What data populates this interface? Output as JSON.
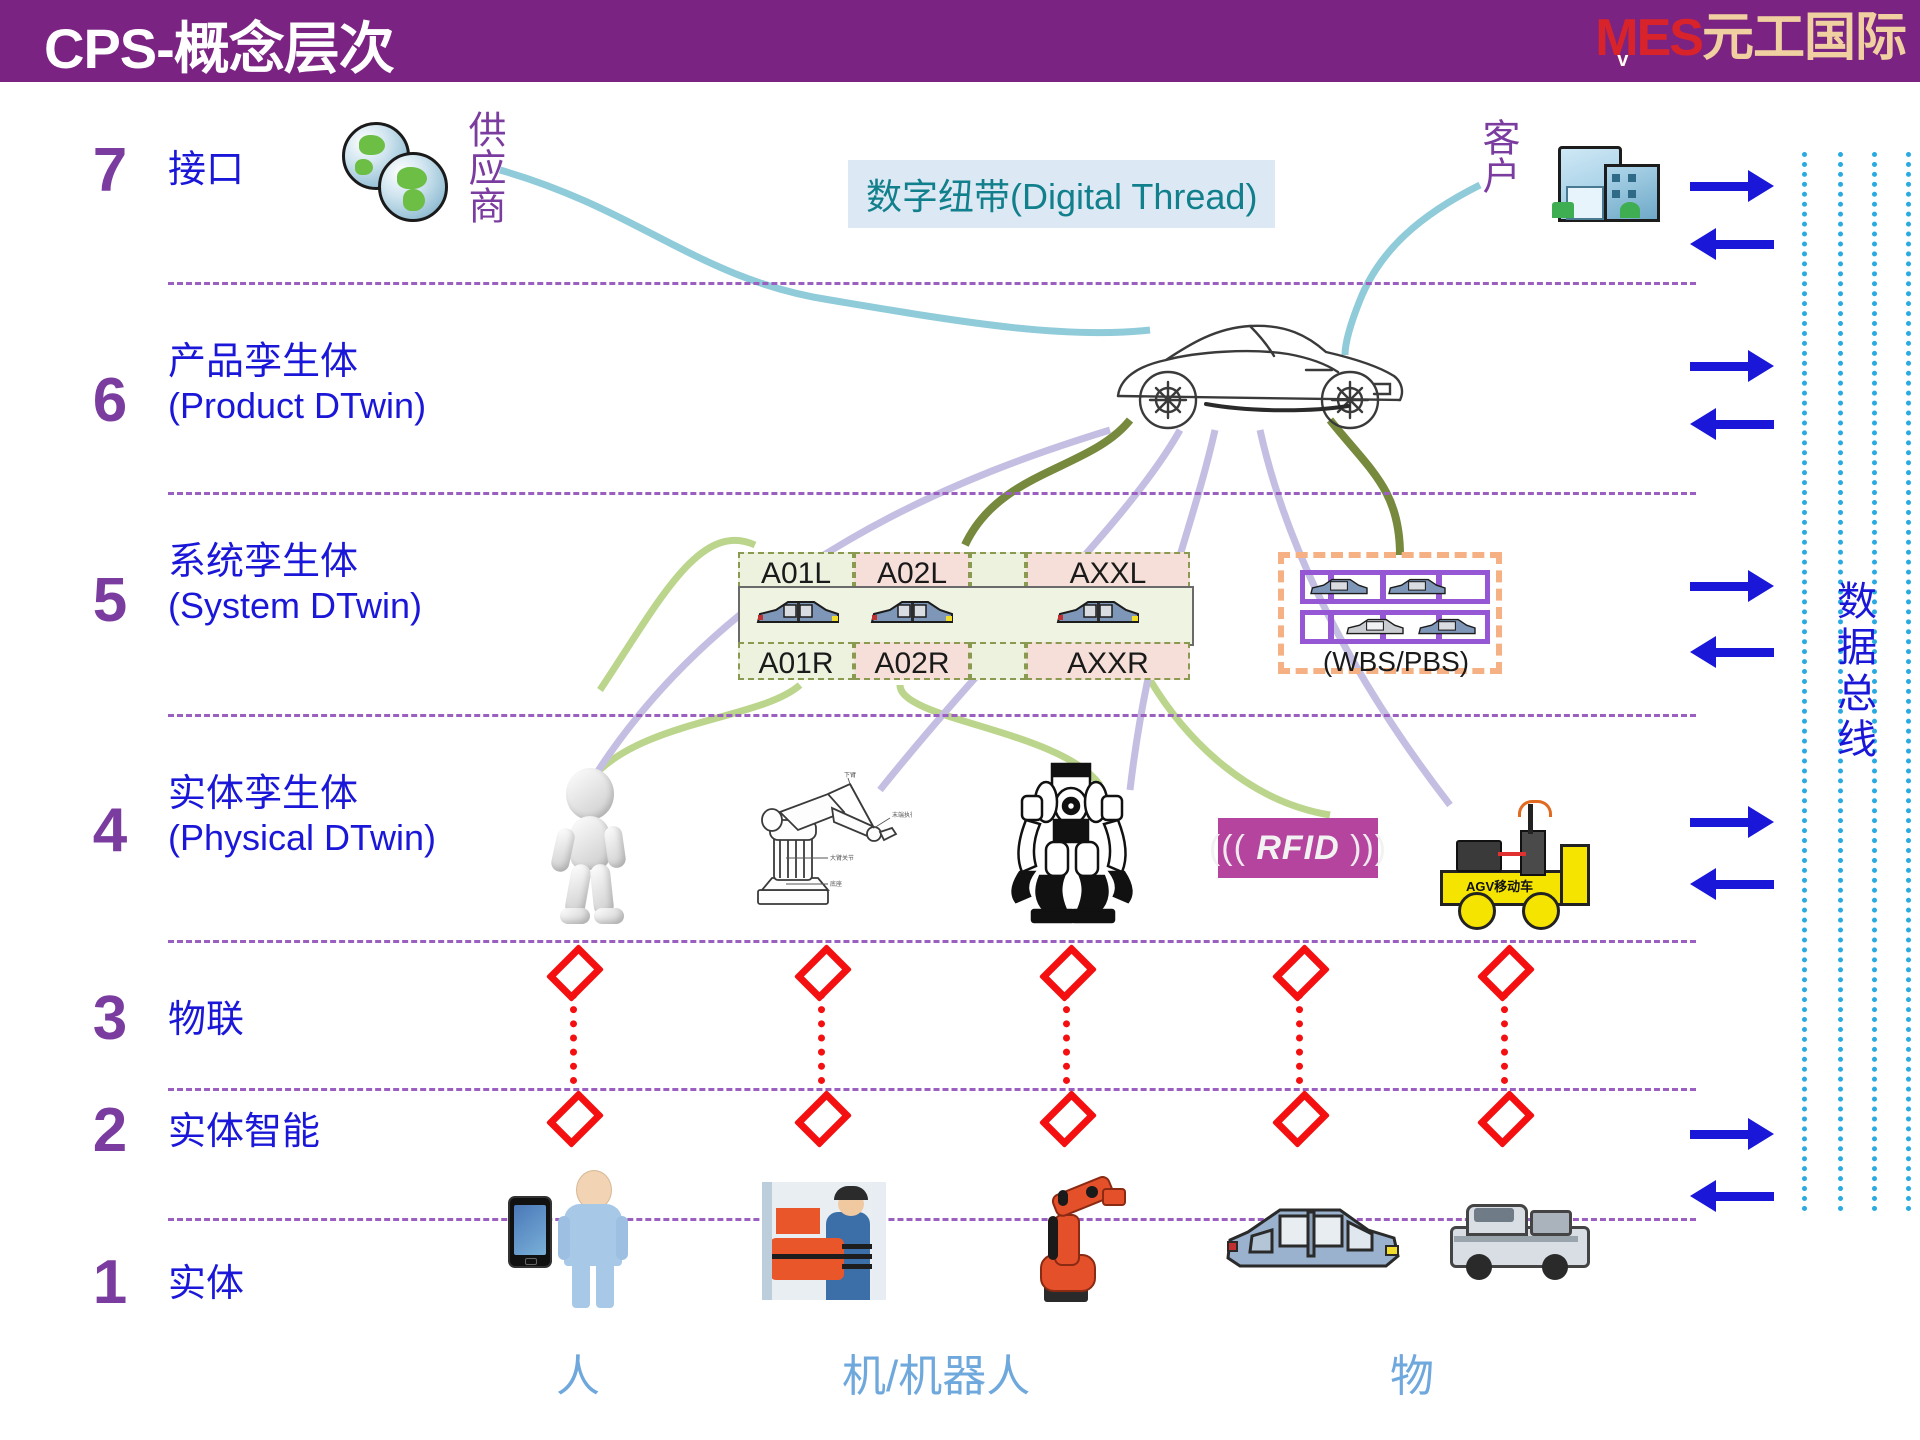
{
  "header": {
    "title": "CPS-概念层次",
    "logo_mes": "MES",
    "logo_cn": "元工国际",
    "logo_vmark": "v",
    "bar_color": "#7B2382",
    "logo_mes_color": "#D8232A",
    "logo_cn_color": "#F0D0A0"
  },
  "colors": {
    "layer_number": "#7B3CA0",
    "layer_label": "#1A17D8",
    "divider": "#9B5FC0",
    "arrow": "#1A17D8",
    "bus_line": "#29ABE2",
    "connector": "#F41010",
    "category_label": "#6FA8DC",
    "digital_thread_bg": "#DCE9F4",
    "digital_thread_text": "#12808C"
  },
  "layers": [
    {
      "number": "7",
      "cn": "接口",
      "en": ""
    },
    {
      "number": "6",
      "cn": "产品孪生体",
      "en": "(Product DTwin)"
    },
    {
      "number": "5",
      "cn": "系统孪生体",
      "en": "(System DTwin)"
    },
    {
      "number": "4",
      "cn": "实体孪生体",
      "en": "(Physical DTwin)"
    },
    {
      "number": "3",
      "cn": "物联",
      "en": ""
    },
    {
      "number": "2",
      "cn": "实体智能",
      "en": ""
    },
    {
      "number": "1",
      "cn": "实体",
      "en": ""
    }
  ],
  "interface_layer": {
    "supplier_label": "供应商",
    "customer_label": "客户",
    "digital_thread": "数字纽带(Digital Thread)",
    "supplier_icon": "globes-icon",
    "customer_icon": "building-icon"
  },
  "product_twin": {
    "icon": "car-sketch"
  },
  "system_twin": {
    "assembly_top": [
      "A01L",
      "A02L",
      "AXXL"
    ],
    "assembly_bottom": [
      "A01R",
      "A02R",
      "AXXR"
    ],
    "rack_caption": "(WBS/PBS)"
  },
  "physical_twin": {
    "items": [
      {
        "icon": "human-avatar-icon",
        "label": ""
      },
      {
        "icon": "robot-arm-line-icon",
        "label": ""
      },
      {
        "icon": "humanoid-robot-icon",
        "label": ""
      },
      {
        "icon": "rfid-tag-icon",
        "label": "RFID"
      },
      {
        "icon": "agv-vehicle-icon",
        "label": "AGV移动车"
      }
    ]
  },
  "entities": {
    "items": [
      {
        "icon": "smartphone-and-person-icon"
      },
      {
        "icon": "factory-worker-photo-icon"
      },
      {
        "icon": "industrial-robot-icon"
      },
      {
        "icon": "car-body-icon"
      },
      {
        "icon": "agv-cart-icon"
      }
    ]
  },
  "categories": [
    {
      "label": "人"
    },
    {
      "label": "机/机器人"
    },
    {
      "label": "物"
    }
  ],
  "data_bus": {
    "label": "数据总线",
    "line_count": 4,
    "arrows": [
      {
        "direction": "right",
        "layer": "7"
      },
      {
        "direction": "left",
        "layer": "7"
      },
      {
        "direction": "right",
        "layer": "6"
      },
      {
        "direction": "left",
        "layer": "6"
      },
      {
        "direction": "right",
        "layer": "5"
      },
      {
        "direction": "left",
        "layer": "5"
      },
      {
        "direction": "right",
        "layer": "4"
      },
      {
        "direction": "left",
        "layer": "4"
      },
      {
        "direction": "right",
        "layer": "2"
      },
      {
        "direction": "left",
        "layer": "2"
      }
    ]
  }
}
